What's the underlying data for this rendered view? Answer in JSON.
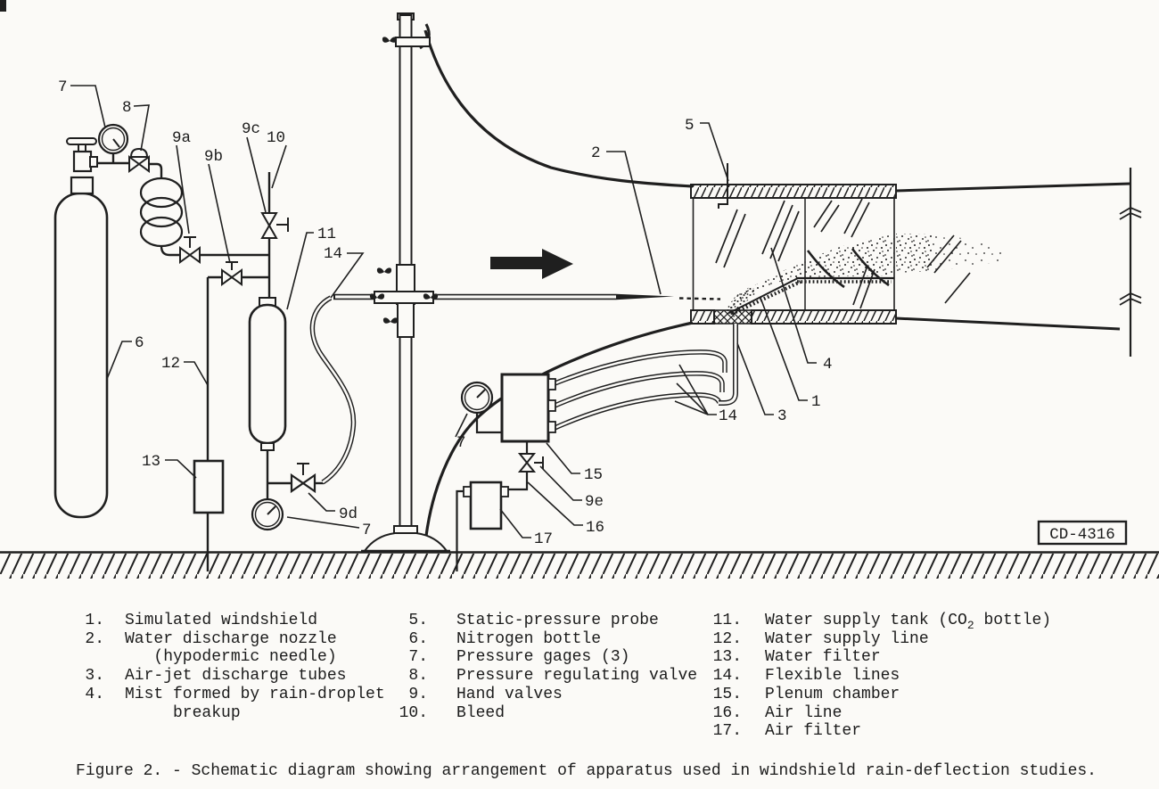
{
  "figure": {
    "caption": "Figure 2. - Schematic diagram showing arrangement of apparatus used in windshield rain-deflection studies.",
    "code_label": "CD-4316"
  },
  "diagram": {
    "labels": {
      "gage_top": "7",
      "regulator": "8",
      "valve_9a": "9a",
      "valve_9b": "9b",
      "valve_9c": "9c",
      "bleed": "10",
      "tank": "11",
      "flex_left": "14",
      "nitrogen": "6",
      "supply_line": "12",
      "water_filter": "13",
      "valve_9d": "9d",
      "gage_tank": "7",
      "nozzle": "2",
      "probe": "5",
      "gage_plenum": "7",
      "plenum": "15",
      "valve_9e": "9e",
      "air_line": "16",
      "air_filter": "17",
      "flex_right": "14",
      "air_tubes": "3",
      "windshield": "1",
      "mist": "4"
    }
  },
  "legend": {
    "col1": [
      {
        "num": "1.",
        "text": "Simulated windshield"
      },
      {
        "num": "2.",
        "text": "Water discharge nozzle\n   (hypodermic needle)"
      },
      {
        "num": "3.",
        "text": "Air-jet discharge tubes"
      },
      {
        "num": "4.",
        "text": "Mist formed by rain-droplet\n     breakup"
      }
    ],
    "col2": [
      {
        "num": "5.",
        "text": "Static-pressure probe"
      },
      {
        "num": "6.",
        "text": "Nitrogen bottle"
      },
      {
        "num": "7.",
        "text": "Pressure gages (3)"
      },
      {
        "num": "8.",
        "text": "Pressure regulating valve"
      },
      {
        "num": "9.",
        "text": "Hand valves"
      },
      {
        "num": "10.",
        "text": "Bleed"
      }
    ],
    "col3": [
      {
        "num": "11.",
        "pre": "Water supply tank (CO",
        "sub": "2",
        "post": " bottle)"
      },
      {
        "num": "12.",
        "text": "Water supply line"
      },
      {
        "num": "13.",
        "text": "Water filter"
      },
      {
        "num": "14.",
        "text": "Flexible lines"
      },
      {
        "num": "15.",
        "text": "Plenum chamber"
      },
      {
        "num": "16.",
        "text": "Air line"
      },
      {
        "num": "17.",
        "text": "Air filter"
      }
    ]
  }
}
